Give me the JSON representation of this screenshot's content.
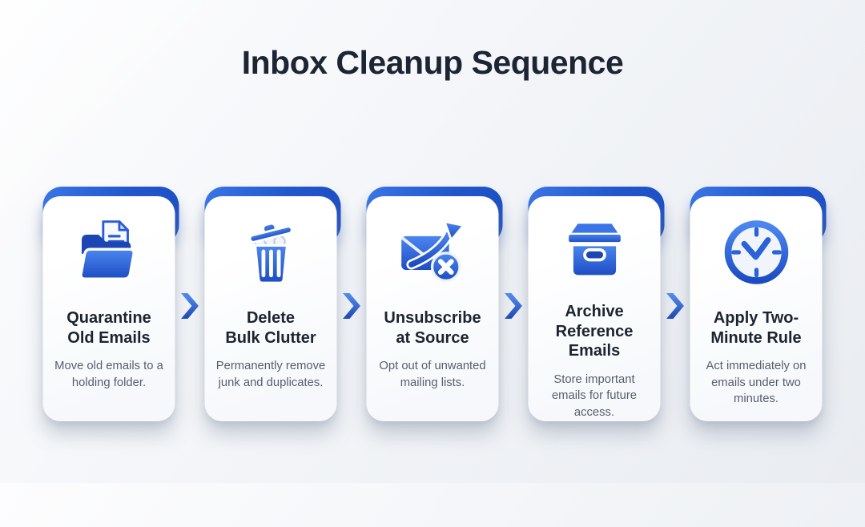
{
  "title": "Inbox Cleanup Sequence",
  "colors": {
    "accent_blue": "#2a62d9",
    "accent_gradient_start": "#4c87f1",
    "accent_gradient_end": "#1c4cc2",
    "heading_text": "#1d2433",
    "card_title_text": "#1d2430",
    "description_text": "#565f6d",
    "card_background": "#fdfdfe",
    "page_background": "#eef0f4"
  },
  "arrow_icon": "chevron-right-icon",
  "steps": [
    {
      "icon": "folder-icon",
      "title": "Quarantine\nOld Emails",
      "description": "Move old emails to a holding folder."
    },
    {
      "icon": "trash-icon",
      "title": "Delete\nBulk Clutter",
      "description": "Permanently remove junk and duplicates."
    },
    {
      "icon": "unsubscribe-email-icon",
      "title": "Unsubscribe\nat Source",
      "description": "Opt out of unwanted mailing lists."
    },
    {
      "icon": "archive-box-icon",
      "title": "Archive\nReference\nEmails",
      "description": "Store important emails for future access."
    },
    {
      "icon": "clock-icon",
      "title": "Apply Two-\nMinute Rule",
      "description": "Act immediately on emails under two minutes."
    }
  ]
}
